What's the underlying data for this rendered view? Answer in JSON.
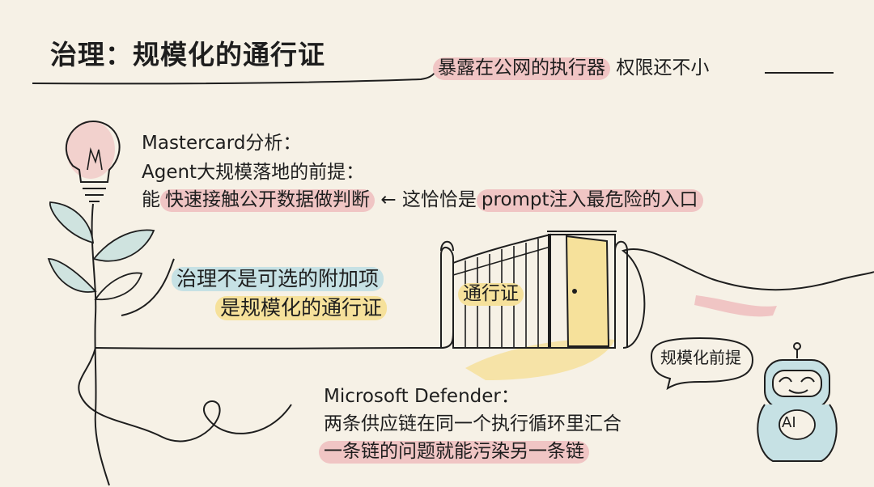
{
  "title": "治理：规模化的通行证",
  "top_note": {
    "highlight": "暴露在公网的执行器",
    "rest": "权限还不小"
  },
  "mastercard": {
    "line1": "Mastercard分析：",
    "line2": "Agent大规模落地的前提：",
    "line3_pre": "能",
    "line3_highlight": "快速接触公开数据做判断",
    "arrow": "←",
    "note_pre": "这恰恰是",
    "note_highlight": "prompt注入最危险的入口"
  },
  "governance": {
    "line1": "治理不是可选的附加项",
    "line2": "是规模化的通行证"
  },
  "gate_label": "通行证",
  "robot": {
    "bubble": "规模化前提",
    "badge": "AI"
  },
  "defender": {
    "line1": "Microsoft Defender：",
    "line2": "两条供应链在同一个执行循环里汇合",
    "line3": "一条链的问题就能污染另一条链"
  },
  "colors": {
    "pink": "#f0c5c4",
    "blue": "#c6e1e4",
    "yellow": "#f6e19b",
    "ink": "#1e1e1e",
    "paper": "#f6f1e6"
  },
  "icons": [
    "lightbulb-icon",
    "leaf-icon",
    "gate-icon",
    "door-icon",
    "robot-icon"
  ]
}
